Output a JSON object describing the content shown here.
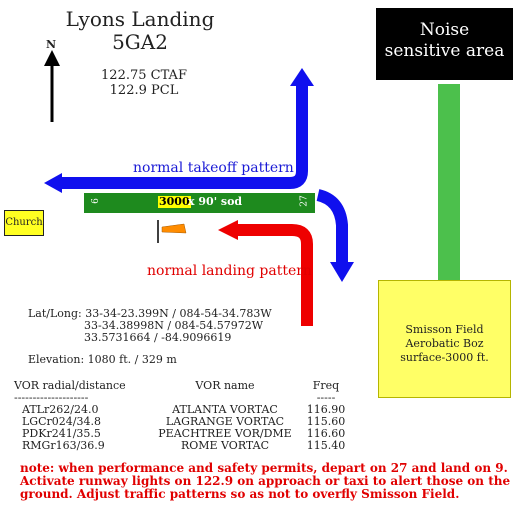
{
  "header": {
    "airport_name": "Lyons Landing",
    "airport_id": "5GA2",
    "ctaf": "122.75 CTAF",
    "pcl": "122.9 PCL",
    "north_label": "N"
  },
  "areas": {
    "noise_line1": "Noise",
    "noise_line2": "sensitive area",
    "smisson_line1": "Smisson Field",
    "smisson_line2": "Aerobatic Boz",
    "smisson_line3": "surface-3000 ft.",
    "church": "Church"
  },
  "runway": {
    "left_end": "9",
    "right_end": "27",
    "length": "3000",
    "dims": "x 90' sod"
  },
  "patterns": {
    "takeoff": "normal takeoff pattern",
    "landing": "normal landing pattern"
  },
  "position": {
    "line1": "Lat/Long: 33-34-23.399N / 084-54-34.783W",
    "line2": "33-34.38998N / 084-54.57972W",
    "line3": "33.5731664 / -84.9096619",
    "elevation": "Elevation: 1080 ft. / 329 m"
  },
  "vor": {
    "headers": [
      "VOR radial/distance",
      "VOR name",
      "Freq"
    ],
    "dividers": [
      "--------------------",
      "",
      "-----"
    ],
    "rows": [
      [
        "ATLr262/24.0",
        "ATLANTA VORTAC",
        "116.90"
      ],
      [
        "LGCr024/34.8",
        "LAGRANGE VORTAC",
        "115.60"
      ],
      [
        "PDKr241/35.5",
        "PEACHTREE VOR/DME",
        "116.60"
      ],
      [
        "RMGr163/36.9",
        "ROME VORTAC",
        "115.40"
      ]
    ]
  },
  "note": "note: when performance and safety permits, depart on 27 and land on 9. Activate runway lights on 122.9 on approach or taxi to alert those on the ground. Adjust traffic patterns so as not to overfly Smisson Field.",
  "colors": {
    "takeoff_arrow": "#0000ee",
    "landing_arrow": "#ee0000",
    "runway": "#1e8a1e",
    "noise_path": "#4cc04c",
    "smisson": "#ffff66",
    "note": "#e00000"
  }
}
